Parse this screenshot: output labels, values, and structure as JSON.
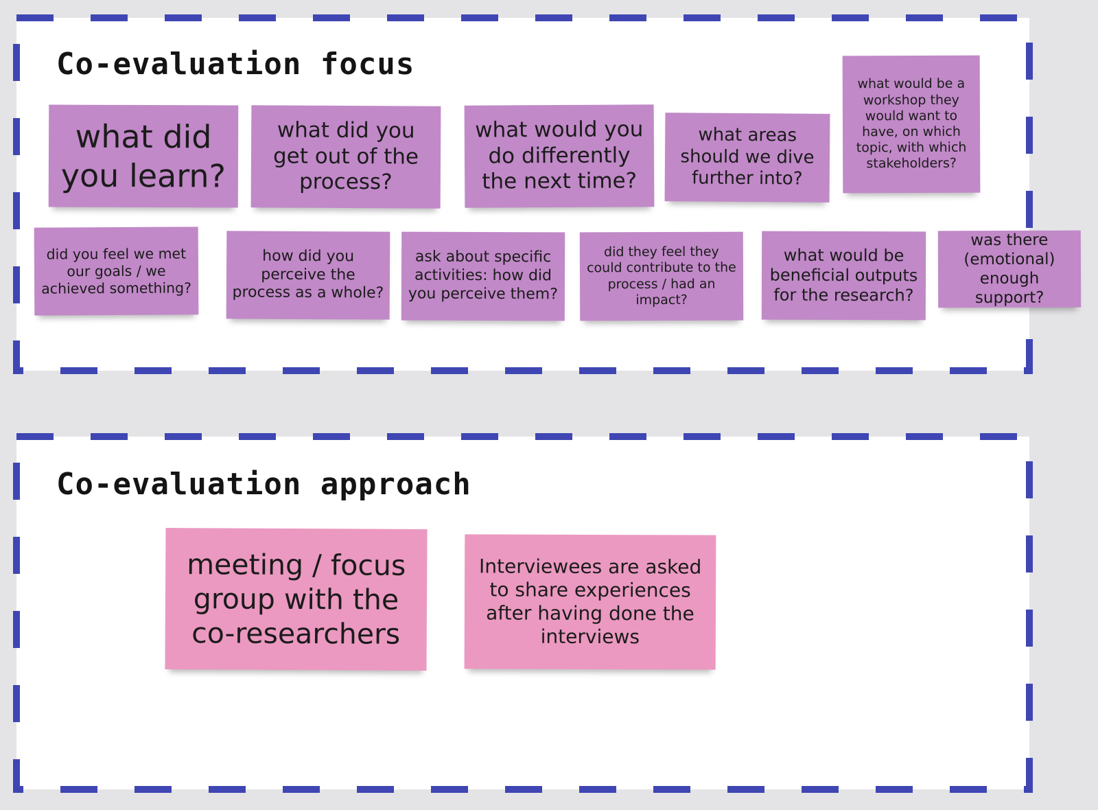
{
  "colors": {
    "canvas": "#e4e4e6",
    "frame_border": "#3f46b3",
    "sticky_purple": "#c189c8",
    "sticky_pink": "#eb99c0"
  },
  "frames": [
    {
      "title": "Co-evaluation focus",
      "notes": [
        {
          "text": "what did you learn?",
          "color": "purple"
        },
        {
          "text": "what did you get out of the process?",
          "color": "purple"
        },
        {
          "text": "what would you do differently the next time?",
          "color": "purple"
        },
        {
          "text": "what areas should we dive further into?",
          "color": "purple"
        },
        {
          "text": "what would be a workshop they would want to have, on which topic, with which stakeholders?",
          "color": "purple"
        },
        {
          "text": "did you feel we met our goals / we achieved something?",
          "color": "purple"
        },
        {
          "text": "how did you perceive the process as a whole?",
          "color": "purple"
        },
        {
          "text": "ask about specific activities: how did you perceive them?",
          "color": "purple"
        },
        {
          "text": "did they feel they could contribute to the process / had an impact?",
          "color": "purple"
        },
        {
          "text": "what would be beneficial outputs for the research?",
          "color": "purple"
        },
        {
          "text": "was there (emotional) enough support?",
          "color": "purple"
        }
      ]
    },
    {
      "title": "Co-evaluation approach",
      "notes": [
        {
          "text": "meeting / focus group with the co-researchers",
          "color": "pink"
        },
        {
          "text": "Interviewees are asked to share experiences after having done the interviews",
          "color": "pink"
        }
      ]
    }
  ]
}
